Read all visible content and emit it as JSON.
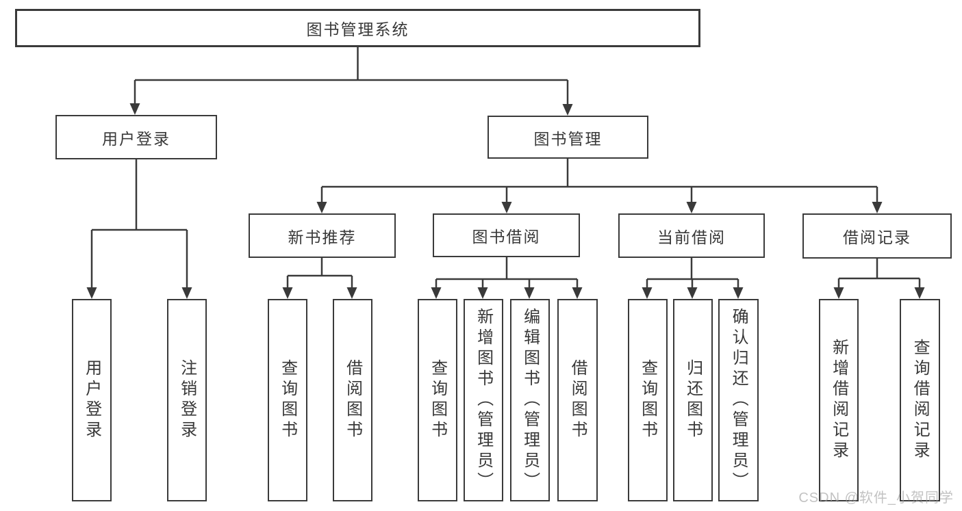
{
  "watermark": "CSDN @软件_小贺同学",
  "tree": {
    "label": "图书管理系统",
    "children": [
      {
        "label": "用户登录",
        "children": [
          {
            "label": "用户登录"
          },
          {
            "label": "注销登录"
          }
        ]
      },
      {
        "label": "图书管理",
        "children": [
          {
            "label": "新书推荐",
            "children": [
              {
                "label": "查询图书"
              },
              {
                "label": "借阅图书"
              }
            ]
          },
          {
            "label": "图书借阅",
            "children": [
              {
                "label": "查询图书"
              },
              {
                "label": "新增图书（管理员）"
              },
              {
                "label": "编辑图书（管理员）"
              },
              {
                "label": "借阅图书"
              }
            ]
          },
          {
            "label": "当前借阅",
            "children": [
              {
                "label": "查询图书"
              },
              {
                "label": "归还图书"
              },
              {
                "label": "确认归还（管理员）"
              }
            ]
          },
          {
            "label": "借阅记录",
            "children": [
              {
                "label": "新增借阅记录"
              },
              {
                "label": "查询借阅记录"
              }
            ]
          }
        ]
      }
    ]
  },
  "colors": {
    "line": "#3a3a3a",
    "text": "#383838",
    "watermark": "#9e9e9e",
    "background": "#ffffff"
  }
}
